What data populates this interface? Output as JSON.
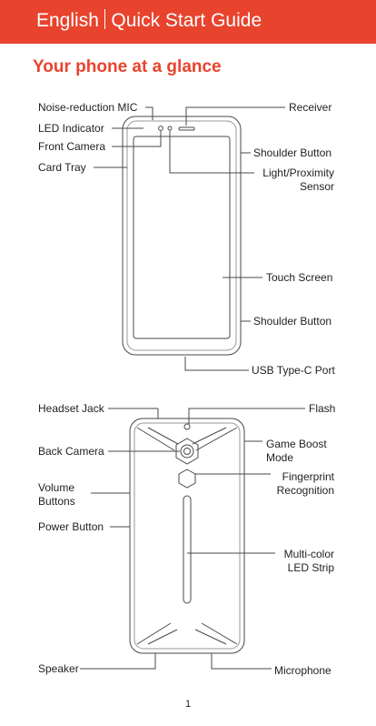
{
  "header": {
    "language": "English",
    "title": "Quick Start Guide",
    "color": "#e8432d"
  },
  "section_title": "Your phone at a glance",
  "front_view": {
    "left_labels": [
      "Noise-reduction MIC",
      "LED Indicator",
      "Front Camera",
      "Card Tray"
    ],
    "right_labels": {
      "receiver": "Receiver",
      "shoulder_button_top": "Shoulder Button",
      "light_sensor": "Light/Proximity\nSensor",
      "touch_screen": "Touch Screen",
      "shoulder_button_bottom": "Shoulder Button",
      "usb_port": "USB Type-C Port"
    }
  },
  "back_view": {
    "left_labels": {
      "headset_jack": "Headset Jack",
      "back_camera": "Back Camera",
      "volume_buttons": "Volume\nButtons",
      "power_button": "Power Button",
      "speaker": "Speaker"
    },
    "right_labels": {
      "flash": "Flash",
      "game_boost": "Game Boost\nMode",
      "fingerprint": "Fingerprint\nRecognition",
      "led_strip": "Multi-color\nLED Strip",
      "microphone": "Microphone"
    }
  },
  "page_number": "1"
}
